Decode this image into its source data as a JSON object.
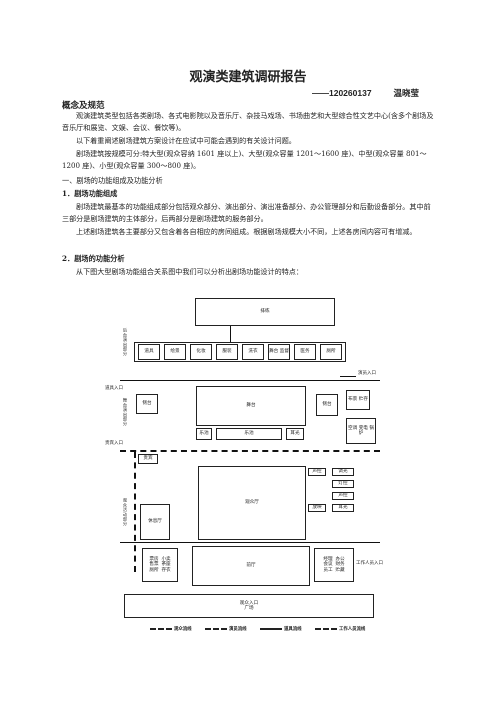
{
  "doc": {
    "title": "观演类建筑调研报告",
    "author_id": "——120260137",
    "author_name": "温晓莹",
    "heading_concept": "概念及规范",
    "para1": "观演建筑类型包括各类剧场、各式电影院以及音乐厅、杂技马戏场、书场曲艺和大型综合性文艺中心(含多个剧场及音乐厅和展览、文娱、会议、餐饮等)。",
    "para2": "以下着重阐述剧场建筑方案设计在应试中可能会遇到的有关设计问题。",
    "para3": "剧场建筑按规模可分:特大型(观众容纳 1601 座以上)、大型(观众容量 1201～1600 座)、中型(观众容量 801～1200 座)、小型(观众容量 300～800 座)。",
    "section1": "一、剧场的功能组成及功能分析",
    "sub1": "1．剧场功能组成",
    "para4": "剧场建筑最基本的功能组成部分包括观众部分、演出部分、演出准备部分、办公管理部分和后勤设备部分。其中前三部分是剧场建筑的主体部分，后两部分是剧场建筑的服务部分。",
    "para5": "上述剧场建筑各主要部分又包含着各自相应的房间组成。根据剧场规模大小不同，上述各房间内容可有增减。",
    "sub2": "2．剧场的功能分析",
    "para6": "从下图大型剧场功能组合关系图中我们可以分析出剧场功能设计的特点："
  },
  "diagram": {
    "rehearsal": "排练",
    "rooms_top": [
      "道具",
      "绘景",
      "化妆",
      "服装",
      "洗衣",
      "舞台\n监督",
      "医务",
      "厕所"
    ],
    "actor_entry": "演员入口",
    "scenery_entry": "道具入口",
    "stage_manager": "侧台",
    "stage": "舞台",
    "side_stage": "侧台",
    "scenery_storage": "布景\n贮存",
    "band": "乐池",
    "orchestra_pit": "乐池",
    "lift": "耳光",
    "side_facility": "空调\n变电\n锅炉",
    "public_entry": "贵宾入口",
    "vip": "贵宾",
    "auditorium": "观众厅",
    "rest_hall": "休息厅",
    "control_rooms": [
      "声控",
      "调光",
      "灯控",
      "声控",
      "放映",
      "耳光"
    ],
    "lobby": "前厅",
    "left_services": "票房  小卖\n售票  茶座\n厕所  存衣",
    "right_services": "经理  办公\n会议  财务\n员工  贮藏",
    "staff_entry": "工作人员入口",
    "audience_entry": "观众入口\n广场",
    "left_labels": [
      "后台演出部分",
      "舞台演出部分",
      "观众活动部分"
    ],
    "legend": [
      "观众流线",
      "演员流线",
      "道具流线",
      "工作人员流线"
    ]
  }
}
